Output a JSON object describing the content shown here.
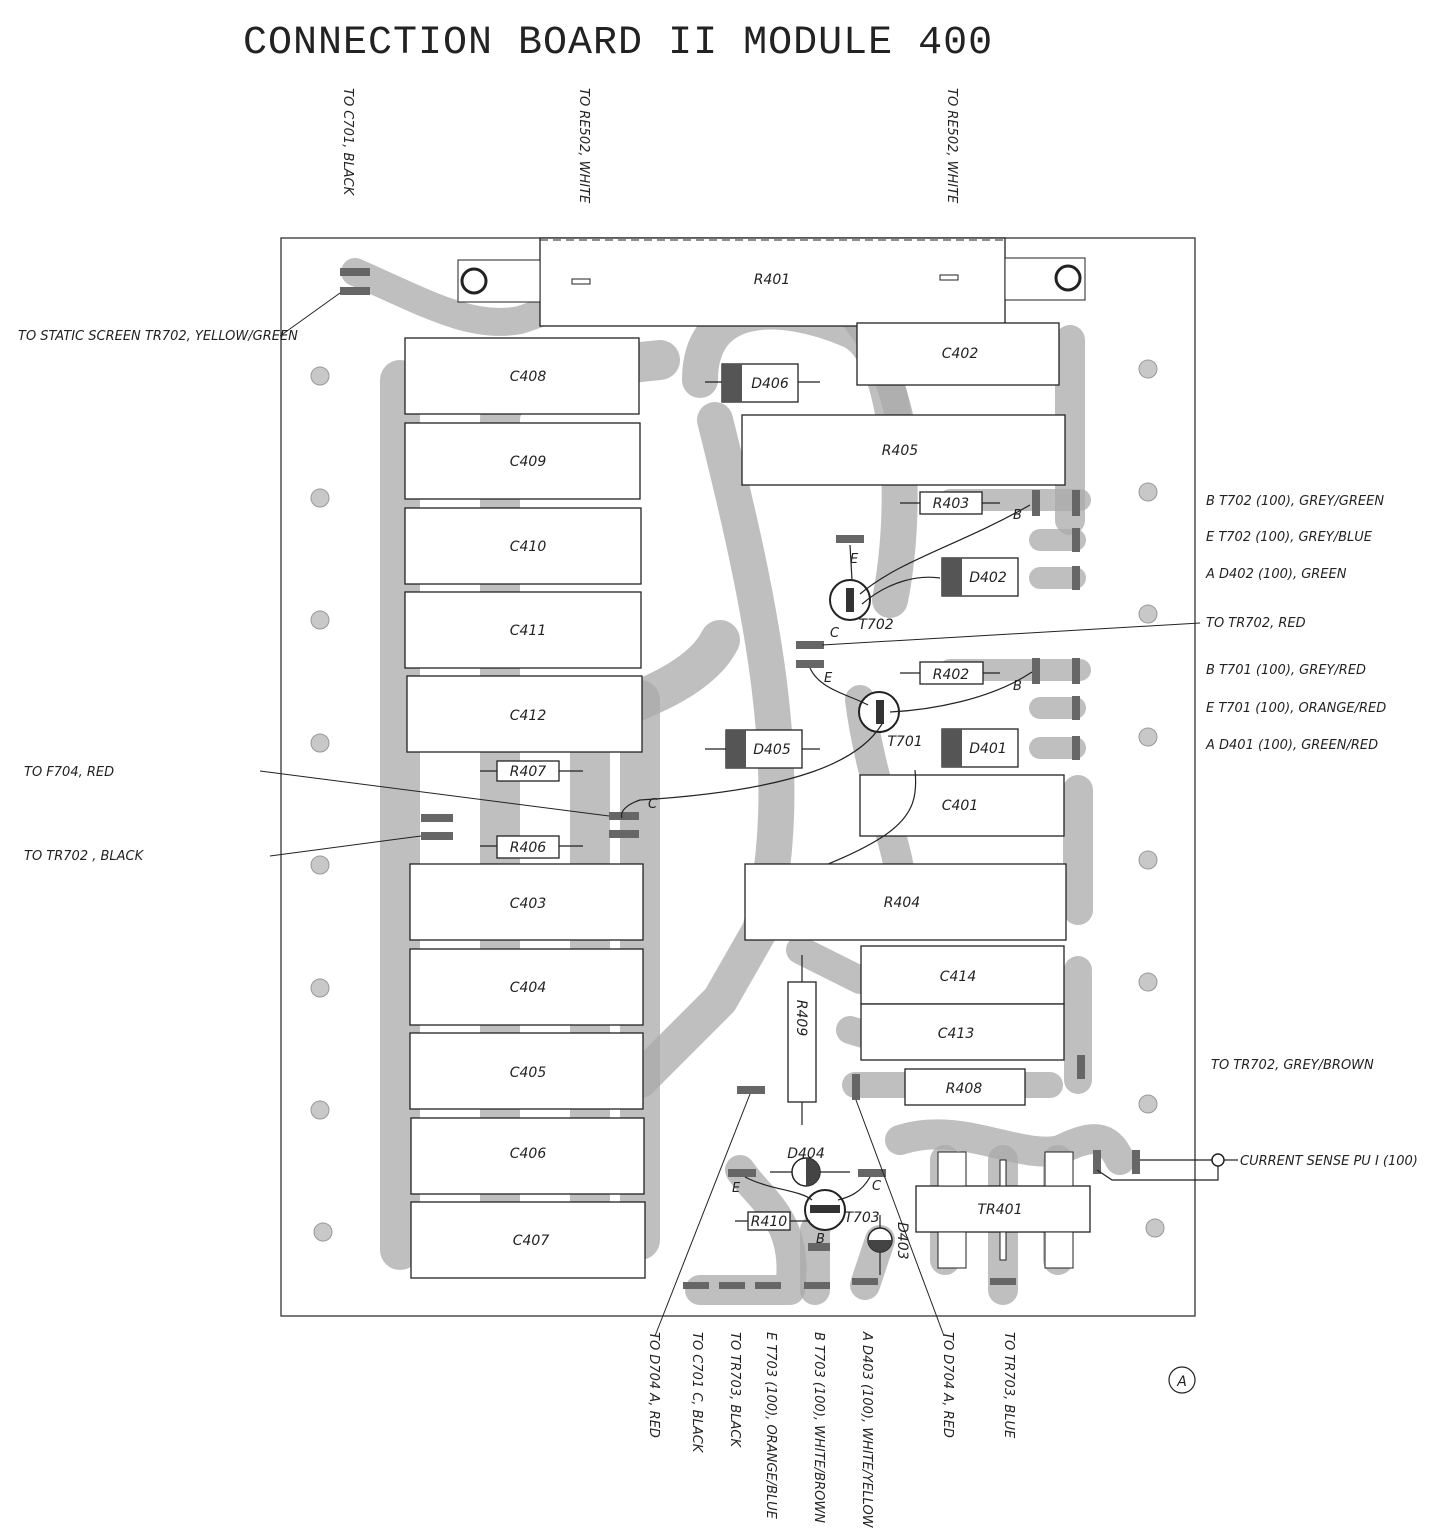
{
  "title": "CONNECTION BOARD II MODULE 400",
  "top_labels": [
    "TO C701, BLACK",
    "TO RE502, WHITE",
    "TO RE502, WHITE"
  ],
  "left_labels": [
    "TO STATIC SCREEN TR702, YELLOW/GREEN",
    "TO F704, RED",
    "TO TR702 , BLACK"
  ],
  "right_labels": [
    "B  T702 (100), GREY/GREEN",
    "E  T702 (100), GREY/BLUE",
    "A  D402 (100), GREEN",
    "TO TR702, RED",
    "B  T701 (100), GREY/RED",
    "E  T701 (100), ORANGE/RED",
    "A  D401 (100), GREEN/RED",
    "TO TR702, GREY/BROWN",
    "CURRENT SENSE PU I (100)"
  ],
  "bottom_labels": [
    "TO D704 A, RED",
    "TO C701 C, BLACK",
    "TO TR703, BLACK",
    "E  T703 (100), ORANGE/BLUE",
    "B  T703 (100), WHITE/BROWN",
    "A  D403 (100), WHITE/YELLOW",
    "TO D704 A, RED",
    "TO TR703, BLUE"
  ],
  "components": {
    "c408": "C408",
    "c409": "C409",
    "c410": "C410",
    "c411": "C411",
    "c412": "C412",
    "c403": "C403",
    "c404": "C404",
    "c405": "C405",
    "c406": "C406",
    "c407": "C407",
    "c402": "C402",
    "c401": "C401",
    "c414": "C414",
    "c413": "C413",
    "r401": "R401",
    "r405": "R405",
    "r403": "R403",
    "r402": "R402",
    "r404": "R404",
    "r407": "R407",
    "r406": "R406",
    "r408": "R408",
    "r409": "R409",
    "r410": "R410",
    "d406": "D406",
    "d402": "D402",
    "d405": "D405",
    "d401": "D401",
    "d404": "D404",
    "d403": "D403",
    "t702": "T702",
    "t701": "T701",
    "t703": "T703",
    "tr401": "TR401"
  },
  "pins": {
    "b": "B",
    "e": "E",
    "c": "C"
  },
  "page_marker": "A"
}
